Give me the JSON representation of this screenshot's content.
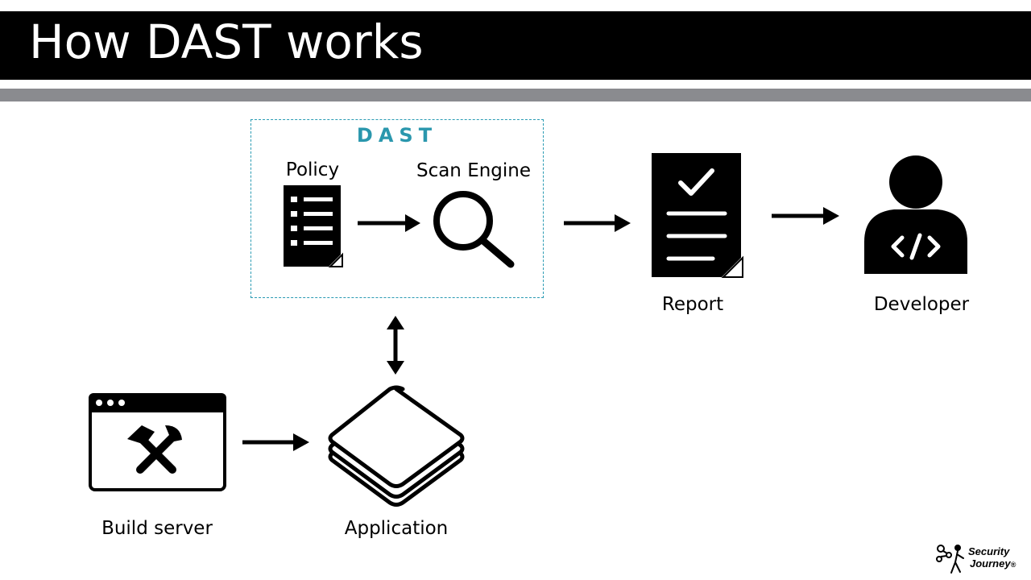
{
  "title": "How DAST works",
  "dast_label": "DAST",
  "nodes": {
    "policy": "Policy",
    "scan_engine": "Scan Engine",
    "report": "Report",
    "developer": "Developer",
    "build_server": "Build server",
    "application": "Application"
  },
  "logo": {
    "line1": "Security",
    "line2": "Journey",
    "mark": "®"
  },
  "colors": {
    "title_bg": "#000000",
    "accent_bar": "#8a8b8f",
    "dast_accent": "#2a97ad"
  },
  "icons": [
    "document-list-icon",
    "magnifier-icon",
    "checklist-report-icon",
    "developer-icon",
    "build-window-icon",
    "stack-layers-icon"
  ]
}
